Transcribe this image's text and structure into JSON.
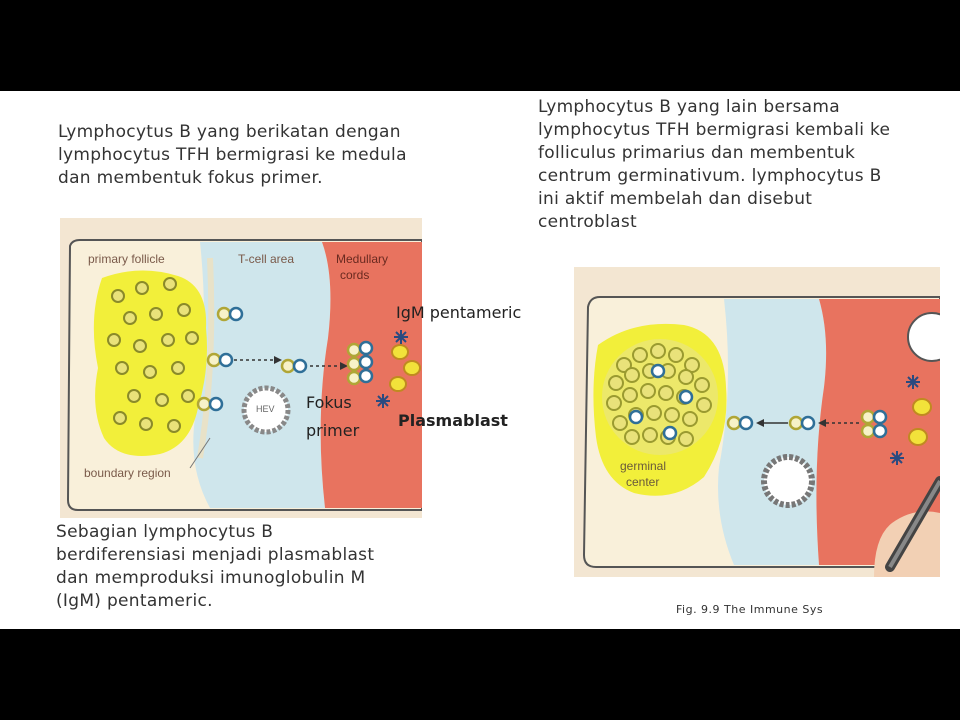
{
  "text_top_left": [
    "Lymphocytus B yang berikatan dengan",
    "lymphocytus TFH bermigrasi ke medula",
    "dan membentuk fokus primer."
  ],
  "text_top_right": [
    "Lymphocytus B yang lain bersama",
    "lymphocytus TFH bermigrasi kembali ke",
    "folliculus primarius dan membentuk",
    "centrum germinativum. lymphocytus B",
    "ini aktif membelah dan disebut",
    "centroblast"
  ],
  "text_bottom_left": [
    "Sebagian lymphocytus B",
    "berdiferensiasi menjadi plasmablast",
    "dan memproduksi imunoglobulin M",
    "(IgM) pentameric."
  ],
  "left_panel": {
    "primary_follicle": "primary follicle",
    "t_cell_area": "T-cell area",
    "medullary_cords_1": "Medullary",
    "medullary_cords_2": "cords",
    "boundary_region": "boundary region",
    "hev": "HEV",
    "igm_pentameric": "IgM pentameric",
    "fokus_primer_1": "Fokus",
    "fokus_primer_2": "primer",
    "plasmablast": "Plasmablast"
  },
  "right_panel": {
    "germinal_center_1": "germinal",
    "germinal_center_2": "center"
  },
  "caption": "Fig. 9.9 The Immune Sys",
  "colors": {
    "follicle_yellow": "#f2ef3a",
    "t_cell_blue": "#cfe6ec",
    "medulla_red": "#e8735f",
    "panel_bg": "#f9f0da",
    "cell_blue": "#2f6f98"
  }
}
